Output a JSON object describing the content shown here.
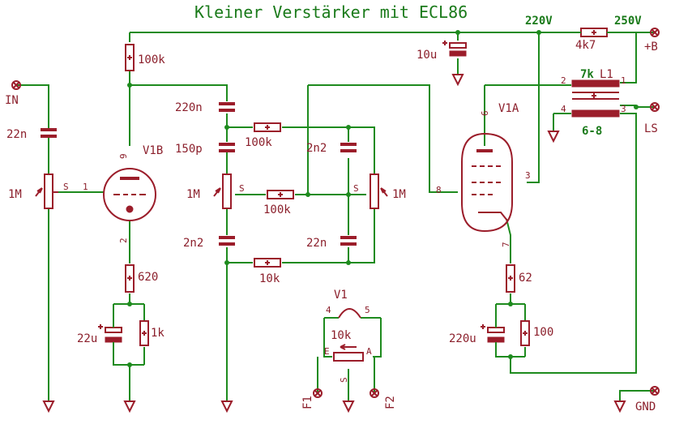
{
  "title": "Kleiner Verstärker mit ECL86",
  "supply": {
    "rail_220": "220V",
    "rail_250": "250V"
  },
  "connectors": {
    "in": "IN",
    "b_plus": "+B",
    "ls": "LS",
    "gnd": "GND",
    "f1": "F1",
    "f2": "F2"
  },
  "tubes": {
    "v1a": "V1A",
    "v1b": "V1B",
    "v1_heater": "V1"
  },
  "transformer": {
    "name": "L1",
    "primary": "7k",
    "secondary": "6-8"
  },
  "components": {
    "r_plate_v1b": "100k",
    "r_b_plus": "4k7",
    "c_b_plus": "10u",
    "c_in": "22n",
    "pot_volume": "1M",
    "c_coupling": "220n",
    "c_150p": "150p",
    "r_tone_top": "100k",
    "c_2n2_top": "2n2",
    "pot_tone_left": "1M",
    "r_tone_mid": "100k",
    "pot_tone_right": "1M",
    "c_2n2_bottom": "2n2",
    "c_22n_right": "22n",
    "r_tone_bottom": "10k",
    "r_cathode_v1b": "620",
    "c_cathode_v1b": "22u",
    "r_1k": "1k",
    "pot_hum": "10k",
    "r_cathode_v1a": "62",
    "c_cathode_v1a": "220u",
    "r_100": "100"
  },
  "pins": {
    "p1": "1",
    "p2": "2",
    "p3": "3",
    "p4": "4",
    "p5": "5",
    "p6": "6",
    "p7": "7",
    "p8": "8",
    "p9": "9",
    "s": "S",
    "e": "E",
    "a": "A"
  }
}
